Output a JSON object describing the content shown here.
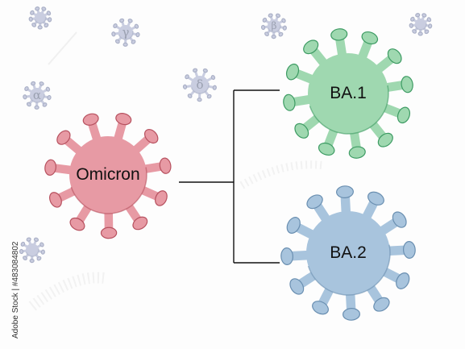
{
  "diagram": {
    "root": {
      "label": "Omicron"
    },
    "branches": [
      {
        "label": "BA.1"
      },
      {
        "label": "BA.2"
      }
    ],
    "background_variants": [
      {
        "symbol": "α"
      },
      {
        "symbol": "γ"
      },
      {
        "symbol": "δ"
      },
      {
        "symbol": "β"
      }
    ]
  },
  "colors": {
    "omicron_fill": "#e79aa4",
    "omicron_dark": "#b7515f",
    "ba1_fill": "#9fd8b0",
    "ba1_dark": "#3d9b63",
    "ba2_fill": "#a8c4dd",
    "ba2_dark": "#6a8fb1",
    "small_virus": "#c9cde0",
    "connector": "#111111"
  },
  "credit": "Adobe Stock | #483084802"
}
